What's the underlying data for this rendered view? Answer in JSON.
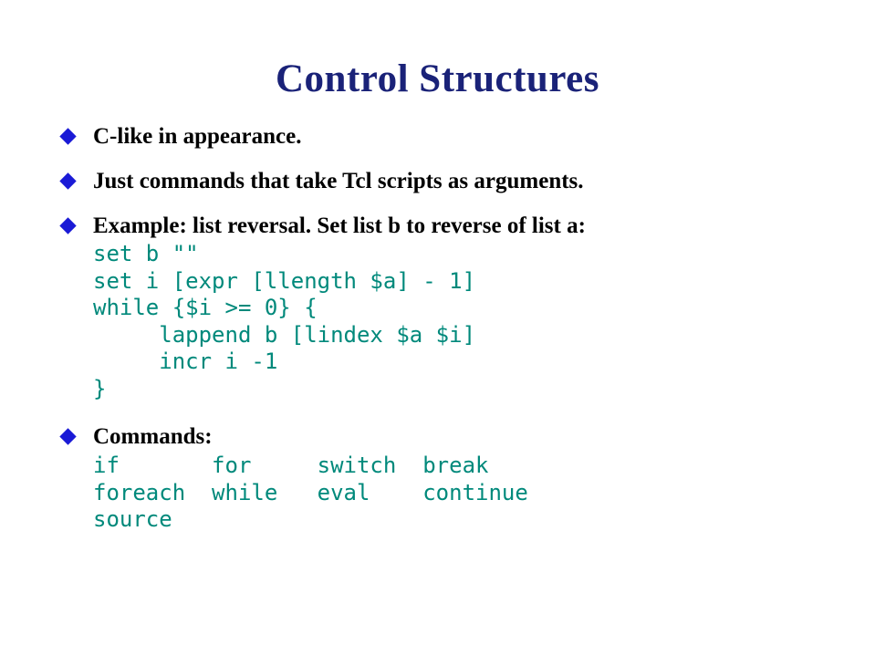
{
  "slide": {
    "title": "Control Structures",
    "background_color": "#ffffff",
    "title_color": "#1a2278",
    "bullet_color": "#1a1ad6",
    "body_text_color": "#000000",
    "code_color": "#00897b",
    "bullets": [
      {
        "text": "C-like in appearance."
      },
      {
        "text": "Just commands that take Tcl scripts as arguments."
      },
      {
        "text": "Example: list reversal. Set list b to reverse of list a:"
      },
      {
        "text": "Commands:"
      }
    ],
    "example_code": "set b \"\"\nset i [expr [llength $a] - 1]\nwhile {$i >= 0} {\n     lappend b [lindex $a $i]\n     incr i -1\n}",
    "example_code_lines": [
      "set b \"\"",
      "set i [expr [llength $a] - 1]",
      "while {$i >= 0} {",
      "     lappend b [lindex $a $i]",
      "     incr i -1",
      "}"
    ],
    "commands_code": "if       for     switch  break\nforeach  while   eval    continue\nsource",
    "commands_code_lines": [
      "if       for     switch  break",
      "foreach  while   eval    continue",
      "source"
    ],
    "commands_table": {
      "rows": [
        [
          "if",
          "for",
          "switch",
          "break"
        ],
        [
          "foreach",
          "while",
          "eval",
          "continue"
        ],
        [
          "source",
          "",
          "",
          ""
        ]
      ]
    }
  }
}
